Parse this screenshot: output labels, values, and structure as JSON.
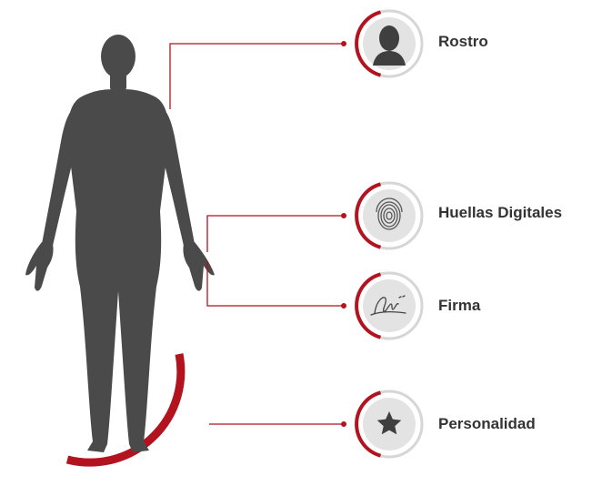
{
  "items": [
    {
      "label": "Rostro",
      "icon": "face-silhouette-icon"
    },
    {
      "label": "Huellas Digitales",
      "icon": "fingerprint-icon"
    },
    {
      "label": "Firma",
      "icon": "signature-icon"
    },
    {
      "label": "Personalidad",
      "icon": "star-icon"
    }
  ],
  "colors": {
    "accent": "#b3121f",
    "figure": "#4a4a4a",
    "icon_bg": "#e3e3e3",
    "ring_gray": "#d6d6d6",
    "text": "#333333"
  }
}
